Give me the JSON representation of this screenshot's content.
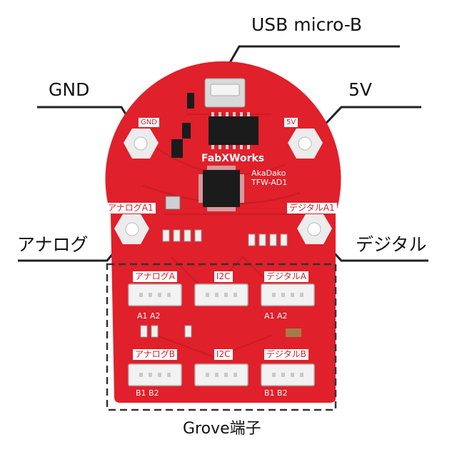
{
  "labels": {
    "usb": "USB micro-B",
    "gnd": "GND",
    "v5": "5V",
    "analog": "アナログ",
    "digital": "デジタル",
    "grove": "Grove端子"
  },
  "silkscreen": {
    "gnd": "GND",
    "v5": "5V",
    "analog_a1": "アナログA1",
    "digital_a1": "デジタルA1",
    "brand": "FabXWorks",
    "model_1": "AkaDako",
    "model_2": "TFW-AD1",
    "analog_a": "アナログA",
    "i2c_top": "I2C",
    "digital_a": "デジタルA",
    "analog_b": "アナログB",
    "i2c_bottom": "I2C",
    "digital_b": "デジタルB",
    "a1a2_left": "A1  A2",
    "a1a2_right": "A1  A2",
    "b1b2_left": "B1  B2",
    "b1b2_right": "B1  B2"
  },
  "colors": {
    "board": "#e0202a",
    "board_dark": "#c41a24",
    "connector": "#f2f2f2",
    "pad": "#e6e6e6"
  }
}
